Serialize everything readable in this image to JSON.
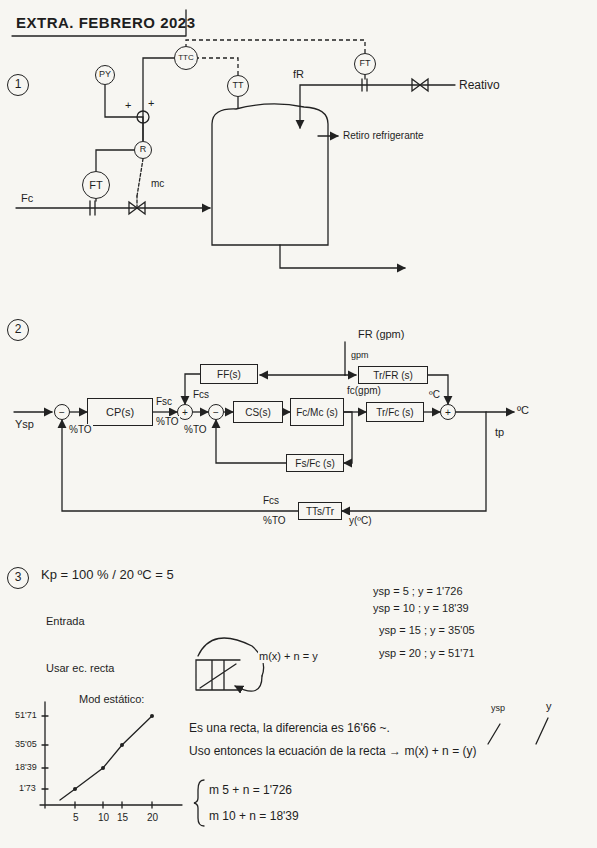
{
  "diagram": {
    "title": "EXTRA. FEBRERO 2023",
    "nodes": [
      {
        "text": [
          "1"
        ]
      },
      {
        "text": [
          "PY"
        ]
      },
      {
        "text": [
          "TTC"
        ]
      },
      {
        "text": [
          "TT"
        ]
      },
      {
        "text": [
          "FT"
        ]
      },
      {
        "text": [
          "R"
        ]
      },
      {
        "text": [
          "FT"
        ]
      },
      {
        "text": [
          "2"
        ]
      },
      {
        "text": [
          "FF(s)"
        ]
      },
      {
        "text": [
          "Tr/FR (s)"
        ]
      },
      {
        "text": [
          "−"
        ]
      },
      {
        "text": [
          "CP(s)"
        ]
      },
      {
        "text": [
          "+"
        ]
      },
      {
        "text": [
          "−"
        ]
      },
      {
        "text": [
          "CS(s)"
        ]
      },
      {
        "text": [
          "Fc/Mc (s)"
        ]
      },
      {
        "text": [
          "Tr/Fc (s)"
        ]
      },
      {
        "text": [
          "+"
        ]
      },
      {
        "text": [
          "Fs/Fc (s)"
        ]
      },
      {
        "text": [
          "TTs/Tr"
        ]
      },
      {
        "text": [
          "3"
        ]
      }
    ],
    "edges": [
      {
        "from": 3,
        "to": 2,
        "arrow": "none"
      },
      {
        "from": 4,
        "to": 2,
        "arrow": "none"
      },
      {
        "from": 2,
        "to": 5,
        "arrow": "none"
      },
      {
        "from": 1,
        "to": 5,
        "arrow": "none"
      },
      {
        "from": 6,
        "to": 5,
        "arrow": "none"
      },
      {
        "from": 10,
        "to": 11,
        "arrow": "to"
      },
      {
        "from": 11,
        "to": 12,
        "arrow": "to"
      },
      {
        "from": 12,
        "to": 13,
        "arrow": "to"
      },
      {
        "from": 13,
        "to": 14,
        "arrow": "to"
      },
      {
        "from": 14,
        "to": 15,
        "arrow": "to"
      },
      {
        "from": 15,
        "to": 16,
        "arrow": "to"
      },
      {
        "from": 16,
        "to": 17,
        "arrow": "to"
      },
      {
        "from": 15,
        "to": 18,
        "arrow": "to"
      },
      {
        "from": 18,
        "to": 13,
        "arrow": "to"
      },
      {
        "from": 9,
        "to": 17,
        "arrow": "to"
      },
      {
        "from": 8,
        "to": 12,
        "arrow": "to"
      },
      {
        "from": 17,
        "to": 19,
        "arrow": "to"
      },
      {
        "from": 19,
        "to": 10,
        "arrow": "to"
      }
    ],
    "labels": [
      "Fc",
      "mc",
      "+",
      "+",
      "fR",
      "Reativo",
      "Retiro refrigerante",
      "FR (gpm)",
      "gpm",
      "Ysp",
      "%TO",
      "Fsc",
      "%TO",
      "Fcs",
      "%TO",
      "fc(gpm)",
      "ºC",
      "ºC",
      "tp",
      "Fcs",
      "%TO",
      "y(ºC)",
      "Kp = 100 % / 20 ºC = 5",
      "Entrada",
      "Usar ec. recta",
      "Mod estático:",
      "51'71",
      "35'05",
      "18'39",
      "1'73",
      "5",
      "10",
      "15",
      "20",
      "m(x) + n = y",
      "ysp = 5 ; y = 1'726",
      "ysp = 10 ; y = 18'39",
      "ysp = 15 ; y = 35'05",
      "ysp = 20 ; y = 51'71",
      "Es una recta, la diferencia es 16'66 ~.",
      "Uso entonces la ecuación de la recta → m(x) + n = (y)",
      "ysp",
      "y",
      "m 5 + n = 1'726",
      "m 10 + n = 18'39"
    ]
  }
}
